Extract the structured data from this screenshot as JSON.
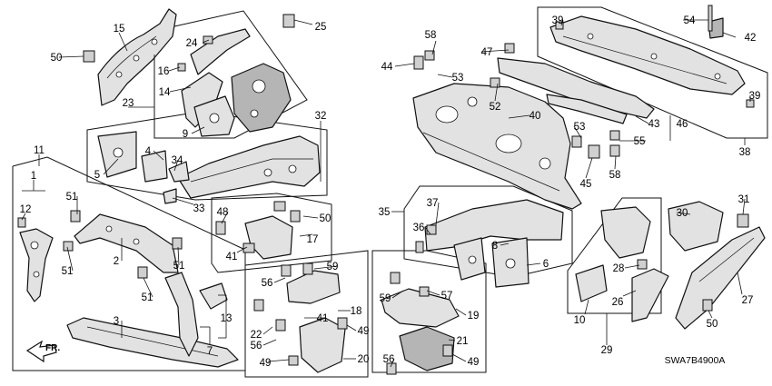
{
  "diagram": {
    "drawing_code": "SWA7B4900A",
    "direction_label": "FR.",
    "part_callouts": [
      {
        "id": "c1",
        "number": "1"
      },
      {
        "id": "c2",
        "number": "2"
      },
      {
        "id": "c3",
        "number": "3"
      },
      {
        "id": "c4",
        "number": "4"
      },
      {
        "id": "c5",
        "number": "5"
      },
      {
        "id": "c6",
        "number": "6"
      },
      {
        "id": "c7",
        "number": "7"
      },
      {
        "id": "c8",
        "number": "8"
      },
      {
        "id": "c9",
        "number": "9"
      },
      {
        "id": "c10",
        "number": "10"
      },
      {
        "id": "c11",
        "number": "11"
      },
      {
        "id": "c12",
        "number": "12"
      },
      {
        "id": "c13",
        "number": "13"
      },
      {
        "id": "c14",
        "number": "14"
      },
      {
        "id": "c15",
        "number": "15"
      },
      {
        "id": "c16",
        "number": "16"
      },
      {
        "id": "c17",
        "number": "17"
      },
      {
        "id": "c18",
        "number": "18"
      },
      {
        "id": "c19",
        "number": "19"
      },
      {
        "id": "c20",
        "number": "20"
      },
      {
        "id": "c21",
        "number": "21"
      },
      {
        "id": "c22",
        "number": "22"
      },
      {
        "id": "c23",
        "number": "23"
      },
      {
        "id": "c24",
        "number": "24"
      },
      {
        "id": "c25",
        "number": "25"
      },
      {
        "id": "c26",
        "number": "26"
      },
      {
        "id": "c27",
        "number": "27"
      },
      {
        "id": "c28",
        "number": "28"
      },
      {
        "id": "c29",
        "number": "29"
      },
      {
        "id": "c30",
        "number": "30"
      },
      {
        "id": "c31",
        "number": "31"
      },
      {
        "id": "c32",
        "number": "32"
      },
      {
        "id": "c33",
        "number": "33"
      },
      {
        "id": "c34",
        "number": "34"
      },
      {
        "id": "c35",
        "number": "35"
      },
      {
        "id": "c36",
        "number": "36"
      },
      {
        "id": "c37",
        "number": "37"
      },
      {
        "id": "c38",
        "number": "38"
      },
      {
        "id": "c39a",
        "number": "39"
      },
      {
        "id": "c39b",
        "number": "39"
      },
      {
        "id": "c40",
        "number": "40"
      },
      {
        "id": "c41a",
        "number": "41"
      },
      {
        "id": "c41b",
        "number": "41"
      },
      {
        "id": "c42",
        "number": "42"
      },
      {
        "id": "c43",
        "number": "43"
      },
      {
        "id": "c44",
        "number": "44"
      },
      {
        "id": "c45",
        "number": "45"
      },
      {
        "id": "c46",
        "number": "46"
      },
      {
        "id": "c47",
        "number": "47"
      },
      {
        "id": "c48",
        "number": "48"
      },
      {
        "id": "c49a",
        "number": "49"
      },
      {
        "id": "c49b",
        "number": "49"
      },
      {
        "id": "c49c",
        "number": "49"
      },
      {
        "id": "c50a",
        "number": "50"
      },
      {
        "id": "c50b",
        "number": "50"
      },
      {
        "id": "c50c",
        "number": "50"
      },
      {
        "id": "c51a",
        "number": "51"
      },
      {
        "id": "c51b",
        "number": "51"
      },
      {
        "id": "c51c",
        "number": "51"
      },
      {
        "id": "c51d",
        "number": "51"
      },
      {
        "id": "c52",
        "number": "52"
      },
      {
        "id": "c53a",
        "number": "53"
      },
      {
        "id": "c53b",
        "number": "53"
      },
      {
        "id": "c54",
        "number": "54"
      },
      {
        "id": "c55",
        "number": "55"
      },
      {
        "id": "c56a",
        "number": "56"
      },
      {
        "id": "c56b",
        "number": "56"
      },
      {
        "id": "c56c",
        "number": "56"
      },
      {
        "id": "c57",
        "number": "57"
      },
      {
        "id": "c58a",
        "number": "58"
      },
      {
        "id": "c58b",
        "number": "58"
      },
      {
        "id": "c59a",
        "number": "59"
      },
      {
        "id": "c59b",
        "number": "59"
      }
    ]
  }
}
